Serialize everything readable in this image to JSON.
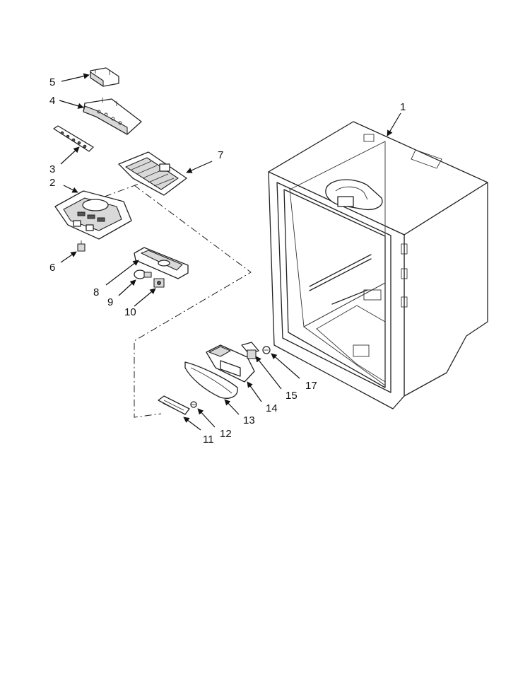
{
  "callouts": [
    {
      "id": "c1",
      "label": "1"
    },
    {
      "id": "c2",
      "label": "2"
    },
    {
      "id": "c3",
      "label": "3"
    },
    {
      "id": "c4",
      "label": "4"
    },
    {
      "id": "c5",
      "label": "5"
    },
    {
      "id": "c6",
      "label": "6"
    },
    {
      "id": "c7",
      "label": "7"
    },
    {
      "id": "c8",
      "label": "8"
    },
    {
      "id": "c9",
      "label": "9"
    },
    {
      "id": "c10",
      "label": "10"
    },
    {
      "id": "c11",
      "label": "11"
    },
    {
      "id": "c12",
      "label": "12"
    },
    {
      "id": "c13",
      "label": "13"
    },
    {
      "id": "c14",
      "label": "14"
    },
    {
      "id": "c15",
      "label": "15"
    },
    {
      "id": "c17",
      "label": "17"
    }
  ],
  "colors": {
    "line": "#222222",
    "background": "#ffffff"
  }
}
